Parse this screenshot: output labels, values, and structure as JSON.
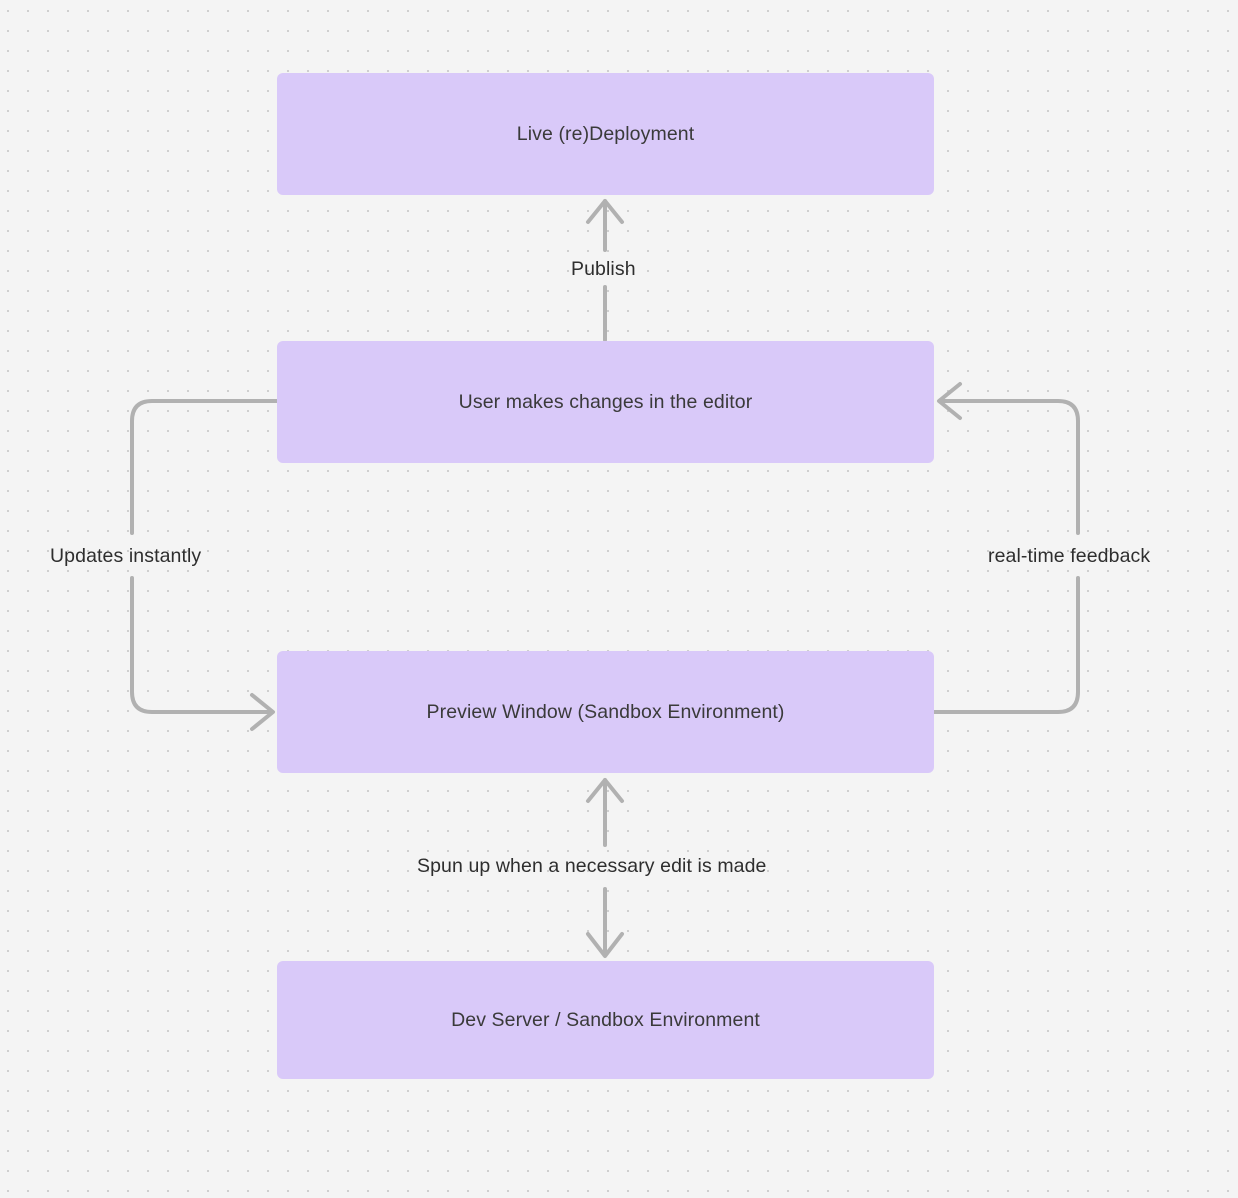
{
  "diagram": {
    "background_color": "#f4f4f4",
    "node_fill_color": "#d9c9f9",
    "edge_color": "#b1b1b1",
    "text_color": "#3a3a3a",
    "nodes": [
      {
        "id": "live-deployment",
        "label": "Live (re)Deployment"
      },
      {
        "id": "user-edits",
        "label": "User makes changes in the editor"
      },
      {
        "id": "preview-window",
        "label": "Preview Window (Sandbox Environment)"
      },
      {
        "id": "dev-server",
        "label": "Dev Server / Sandbox Environment"
      }
    ],
    "edges": [
      {
        "id": "publish",
        "label": "Publish",
        "from": "user-edits",
        "to": "live-deployment"
      },
      {
        "id": "updates-instantly",
        "label": "Updates instantly",
        "from": "user-edits",
        "to": "preview-window"
      },
      {
        "id": "real-time-feedback",
        "label": "real-time feedback",
        "from": "preview-window",
        "to": "user-edits"
      },
      {
        "id": "spun-up",
        "label": "Spun up when a necessary edit is made",
        "from": "preview-window",
        "to": "dev-server"
      }
    ]
  }
}
